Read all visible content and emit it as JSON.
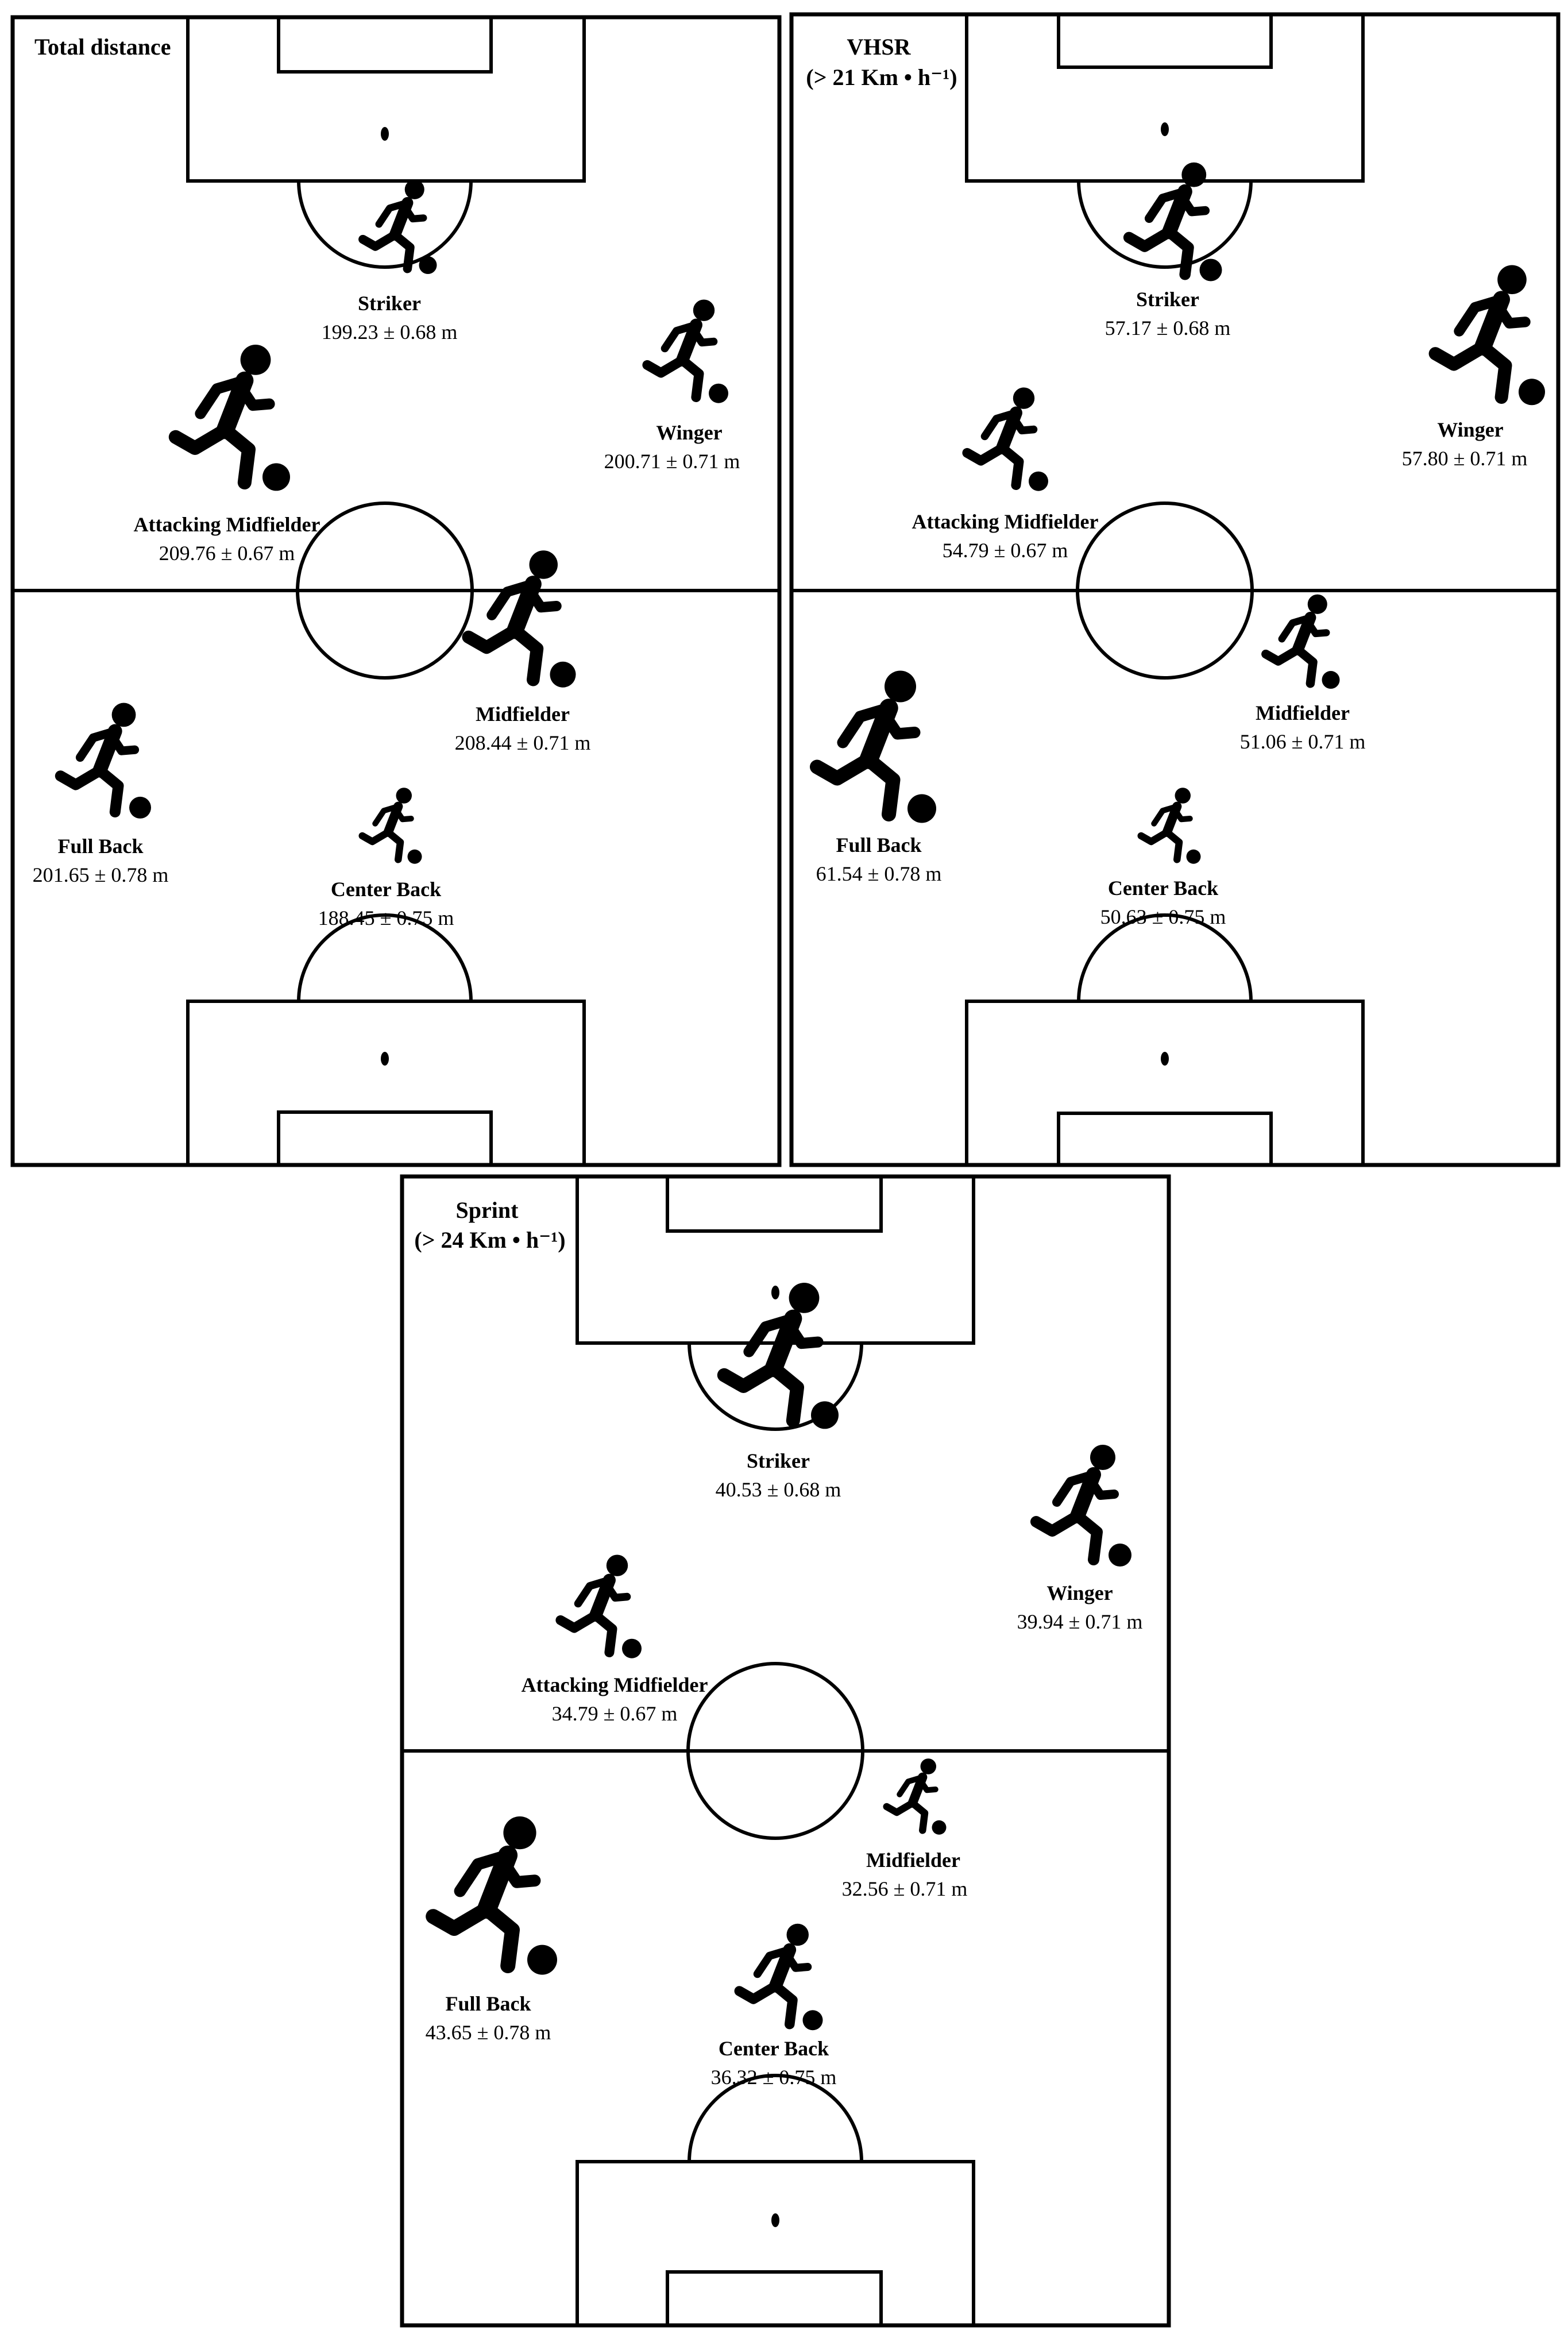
{
  "panels": [
    {
      "title": [
        "Total distance"
      ],
      "positions": [
        {
          "key": "striker",
          "name": "Striker",
          "value": "199.23  ± 0.68 m",
          "icon": "footballer-icon"
        },
        {
          "key": "winger",
          "name": "Winger",
          "value": "200.71 ± 0.71 m",
          "icon": "footballer-icon"
        },
        {
          "key": "attacking-midfielder",
          "name": "Attacking Midfielder",
          "value": "209.76 ± 0.67 m",
          "icon": "footballer-icon"
        },
        {
          "key": "midfielder",
          "name": "Midfielder",
          "value": "208.44 ± 0.71 m",
          "icon": "footballer-icon"
        },
        {
          "key": "full-back",
          "name": "Full Back",
          "value": "201.65  ± 0.78 m",
          "icon": "footballer-icon"
        },
        {
          "key": "center-back",
          "name": "Center Back",
          "value": "188.45 ± 0.75 m",
          "icon": "footballer-icon"
        }
      ]
    },
    {
      "title": [
        "VHSR",
        "(> 21 Km • h⁻¹)"
      ],
      "positions": [
        {
          "key": "striker",
          "name": "Striker",
          "value": "57.17  ± 0.68 m",
          "icon": "footballer-icon"
        },
        {
          "key": "winger",
          "name": "Winger",
          "value": "57.80 ± 0.71 m",
          "icon": "footballer-icon"
        },
        {
          "key": "attacking-midfielder",
          "name": "Attacking Midfielder",
          "value": "54.79 ± 0.67 m",
          "icon": "footballer-icon"
        },
        {
          "key": "midfielder",
          "name": "Midfielder",
          "value": "51.06 ± 0.71 m",
          "icon": "footballer-icon"
        },
        {
          "key": "full-back",
          "name": "Full Back",
          "value": "61.54  ± 0.78 m",
          "icon": "footballer-icon"
        },
        {
          "key": "center-back",
          "name": "Center Back",
          "value": "50.63 ± 0.75 m",
          "icon": "footballer-icon"
        }
      ]
    },
    {
      "title": [
        "Sprint",
        "(> 24 Km • h⁻¹)"
      ],
      "positions": [
        {
          "key": "striker",
          "name": "Striker",
          "value": "40.53  ± 0.68 m",
          "icon": "footballer-icon"
        },
        {
          "key": "winger",
          "name": "Winger",
          "value": "39.94 ± 0.71 m",
          "icon": "footballer-icon"
        },
        {
          "key": "attacking-midfielder",
          "name": "Attacking Midfielder",
          "value": "34.79 ± 0.67 m",
          "icon": "footballer-icon"
        },
        {
          "key": "midfielder",
          "name": "Midfielder",
          "value": "32.56 ± 0.71 m",
          "icon": "footballer-icon"
        },
        {
          "key": "full-back",
          "name": "Full Back",
          "value": "43.65  ± 0.78 m",
          "icon": "footballer-icon"
        },
        {
          "key": "center-back",
          "name": "Center Back",
          "value": "36.32 ± 0.75 m",
          "icon": "footballer-icon"
        }
      ]
    }
  ]
}
